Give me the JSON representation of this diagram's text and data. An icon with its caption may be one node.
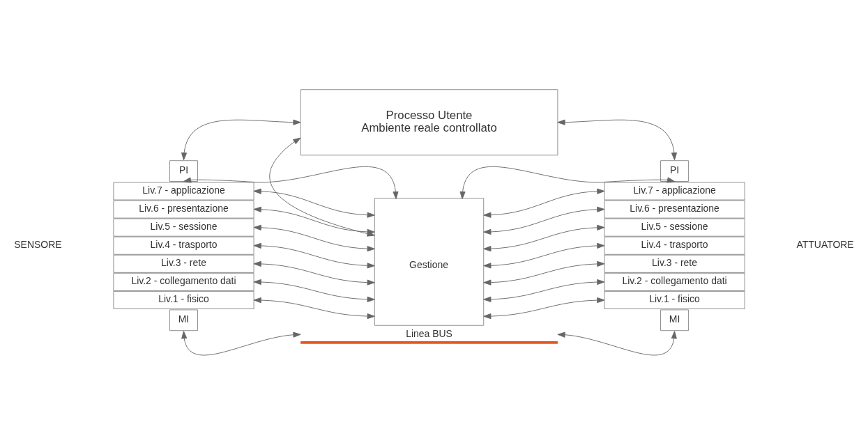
{
  "diagram": {
    "nodes": [
      {
        "text": [
          "Processo Utente",
          "Ambiente reale controllato"
        ]
      },
      {
        "text": [
          "PI"
        ]
      },
      {
        "text": [
          "PI"
        ]
      },
      {
        "text": [
          "Gestione"
        ]
      },
      {
        "text": [
          "Liv.7 - applicazione"
        ]
      },
      {
        "text": [
          "Liv.6 - presentazione"
        ]
      },
      {
        "text": [
          "Liv.5 - sessione"
        ]
      },
      {
        "text": [
          "Liv.4 - trasporto"
        ]
      },
      {
        "text": [
          "Liv.3 - rete"
        ]
      },
      {
        "text": [
          "Liv.2 - collegamento dati"
        ]
      },
      {
        "text": [
          "Liv.1 - fisico"
        ]
      },
      {
        "text": [
          "Liv.7 - applicazione"
        ]
      },
      {
        "text": [
          "Liv.6 - presentazione"
        ]
      },
      {
        "text": [
          "Liv.5 - sessione"
        ]
      },
      {
        "text": [
          "Liv.4 - trasporto"
        ]
      },
      {
        "text": [
          "Liv.3 - rete"
        ]
      },
      {
        "text": [
          "Liv.2 - collegamento dati"
        ]
      },
      {
        "text": [
          "Liv.1 - fisico"
        ]
      },
      {
        "text": [
          "MI"
        ]
      },
      {
        "text": [
          "MI"
        ]
      },
      {
        "text": [
          "Linea BUS"
        ]
      }
    ],
    "edges": [
      {
        "from": 0,
        "to": 1,
        "arrow": "both"
      },
      {
        "from": 0,
        "to": 3,
        "arrow": "both"
      },
      {
        "from": 0,
        "to": 2,
        "arrow": "both"
      },
      {
        "from": 4,
        "to": 3,
        "arrow": "both"
      },
      {
        "from": 3,
        "to": 11,
        "arrow": "both"
      },
      {
        "from": 4,
        "to": 3,
        "arrow": "both"
      },
      {
        "from": 5,
        "to": 3,
        "arrow": "both"
      },
      {
        "from": 6,
        "to": 3,
        "arrow": "both"
      },
      {
        "from": 7,
        "to": 3,
        "arrow": "both"
      },
      {
        "from": 8,
        "to": 3,
        "arrow": "both"
      },
      {
        "from": 9,
        "to": 3,
        "arrow": "both"
      },
      {
        "from": 10,
        "to": 3,
        "arrow": "both"
      },
      {
        "from": 3,
        "to": 11,
        "arrow": "both"
      },
      {
        "from": 3,
        "to": 12,
        "arrow": "both"
      },
      {
        "from": 3,
        "to": 13,
        "arrow": "both"
      },
      {
        "from": 3,
        "to": 14,
        "arrow": "both"
      },
      {
        "from": 3,
        "to": 15,
        "arrow": "both"
      },
      {
        "from": 3,
        "to": 16,
        "arrow": "both"
      },
      {
        "from": 3,
        "to": 17,
        "arrow": "both"
      },
      {
        "from": 18,
        "to": 20,
        "arrow": "both"
      },
      {
        "from": 19,
        "to": 20,
        "arrow": "both"
      }
    ],
    "labels": [
      "SENSORE",
      "ATTUATORE"
    ]
  }
}
